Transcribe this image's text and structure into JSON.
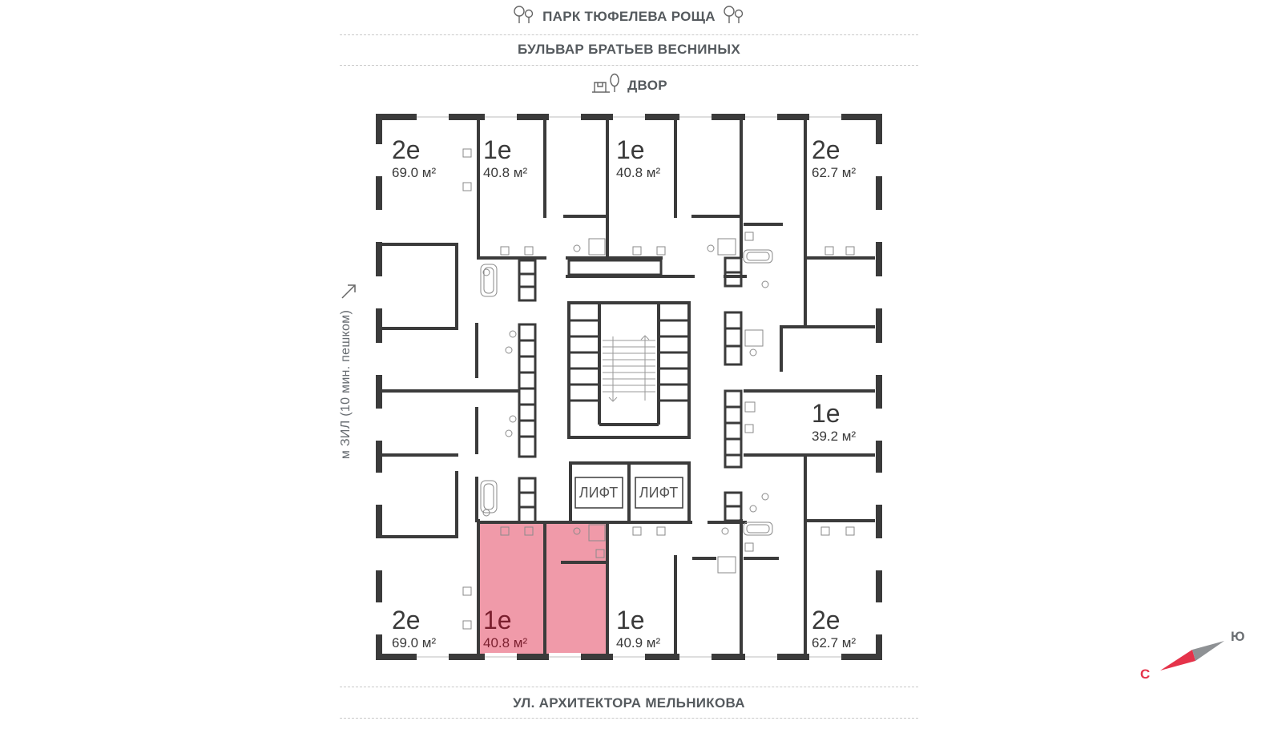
{
  "streets": {
    "top_park": "ПАРК ТЮФЕЛЕВА РОЩА",
    "top_boulevard": "БУЛЬВАР БРАТЬЕВ ВЕСНИНЫХ",
    "courtyard": "ДВОР",
    "bottom": "УЛ. АРХИТЕКТОРА МЕЛЬНИКОВА",
    "left_metro": "м ЗИЛ (10 мин. пешком)"
  },
  "icons": {
    "park": "tree-icon",
    "courtyard": "playground-icon",
    "metro_arrow": "arrow-up-right-icon"
  },
  "colors": {
    "wall": "#3b3b3b",
    "highlight": "#ef9aa8",
    "highlight_text": "#7a1f2e",
    "text": "#3a3a3a",
    "compass_south": "#e5334a",
    "compass_north": "#8e9194"
  },
  "elevators": [
    "ЛИФТ",
    "ЛИФТ"
  ],
  "apartments": [
    {
      "type": "2е",
      "area": "69.0 м²",
      "selected": false
    },
    {
      "type": "1е",
      "area": "40.8 м²",
      "selected": false
    },
    {
      "type": "1е",
      "area": "40.8 м²",
      "selected": false
    },
    {
      "type": "2е",
      "area": "62.7 м²",
      "selected": false
    },
    {
      "type": "1е",
      "area": "39.2 м²",
      "selected": false
    },
    {
      "type": "2е",
      "area": "69.0 м²",
      "selected": false
    },
    {
      "type": "1е",
      "area": "40.8 м²",
      "selected": true
    },
    {
      "type": "1е",
      "area": "40.9 м²",
      "selected": false
    },
    {
      "type": "2е",
      "area": "62.7 м²",
      "selected": false
    }
  ],
  "compass": {
    "south": "С",
    "north": "Ю"
  }
}
